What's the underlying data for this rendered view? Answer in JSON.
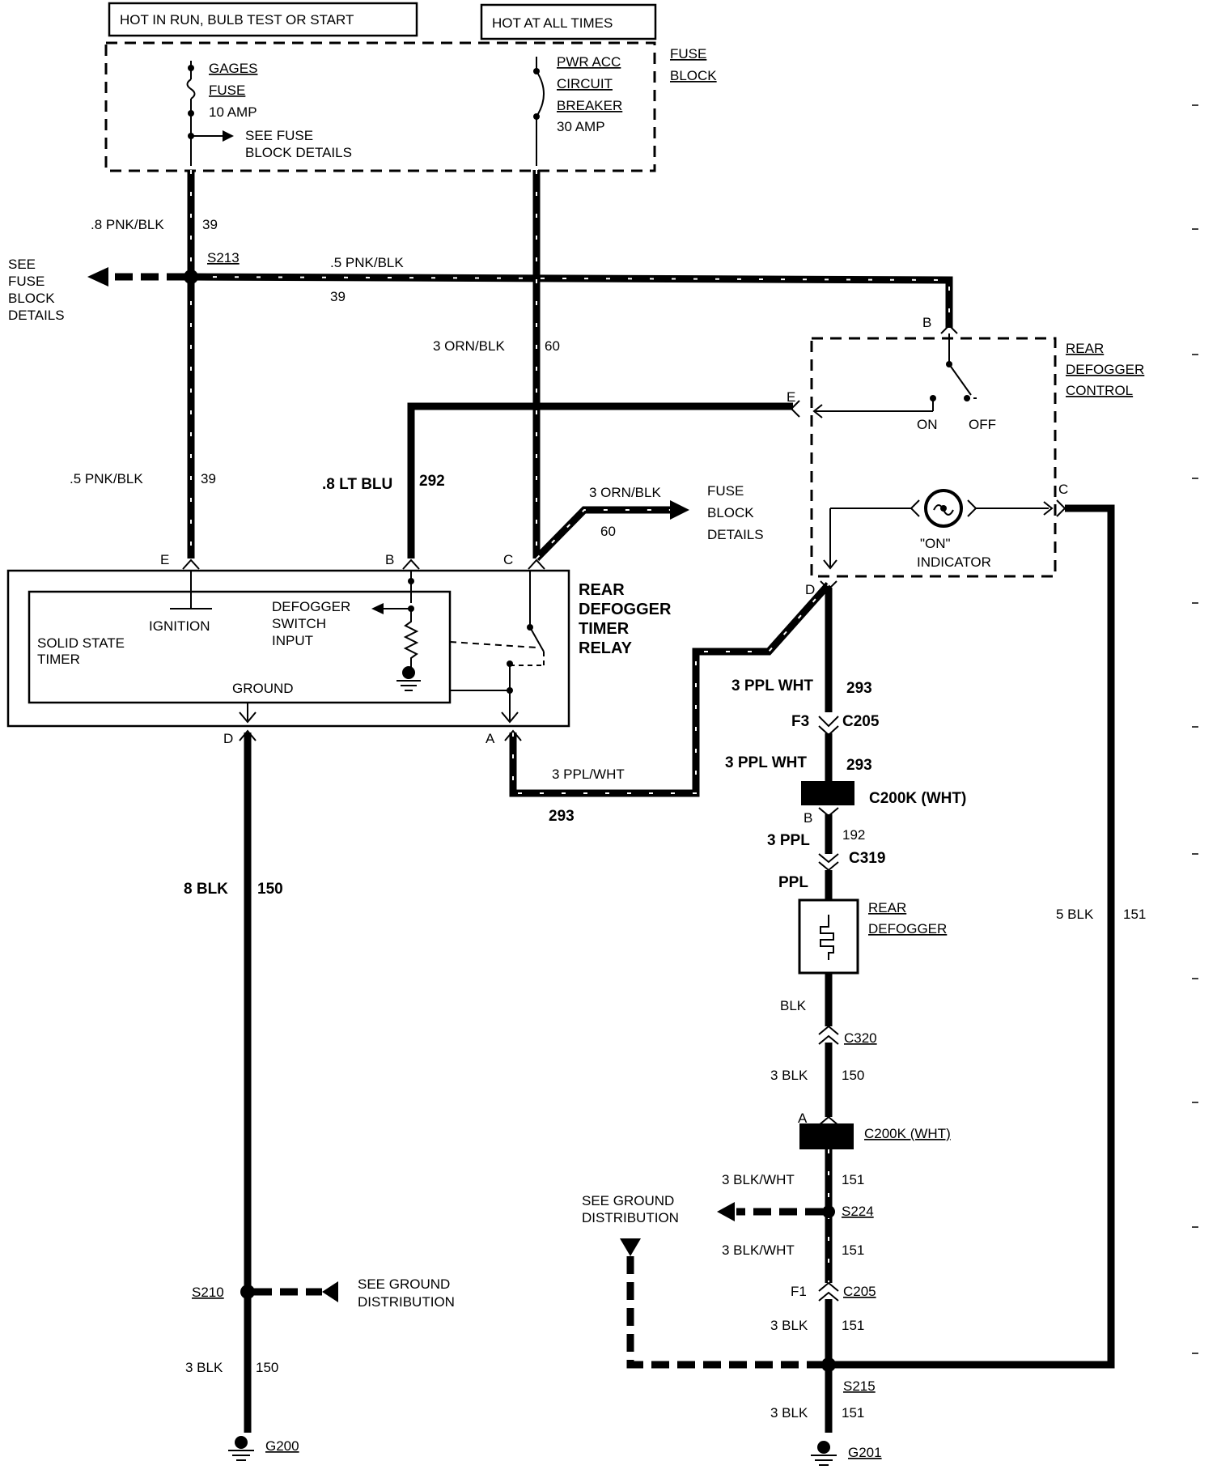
{
  "headers": {
    "hot_run": "HOT IN RUN, BULB TEST OR START",
    "hot_all": "HOT AT ALL TIMES"
  },
  "fuse_block": {
    "title_1": "FUSE",
    "title_2": "BLOCK",
    "gages_1": "GAGES",
    "gages_2": "FUSE",
    "gages_3": "10 AMP",
    "see_fuse_1": "SEE FUSE",
    "see_fuse_2": "BLOCK DETAILS",
    "pwr_1": "PWR ACC",
    "pwr_2": "CIRCUIT",
    "pwr_3": "BREAKER",
    "pwr_4": "30 AMP"
  },
  "wires": {
    "w39_top_color": ".8 PNK/BLK",
    "w39_top_num": "39",
    "s213": "S213",
    "w39_h_color": ".5 PNK/BLK",
    "w39_h_num": "39",
    "see_fuse_left_1": "SEE",
    "see_fuse_left_2": "FUSE",
    "see_fuse_left_3": "BLOCK",
    "see_fuse_left_4": "DETAILS",
    "w60_color": "3 ORN/BLK",
    "w60_num": "60",
    "w39_low_color": ".5 PNK/BLK",
    "w39_low_num": "39",
    "w292_color": ".8 LT BLU",
    "w292_num": "292",
    "w60b_color": "3 ORN/BLK",
    "w60b_num": "60",
    "fuse_details_1": "FUSE",
    "fuse_details_2": "BLOCK",
    "fuse_details_3": "DETAILS",
    "w293a_color": "3 PPL/WHT",
    "w293a_num": "293",
    "w150_color": "8 BLK",
    "w150_num": "150",
    "s210": "S210",
    "see_ground_1": "SEE GROUND",
    "see_ground_2": "DISTRIBUTION",
    "w150b_color": "3 BLK",
    "w150b_num": "150",
    "g200": "G200"
  },
  "relay": {
    "pin_e": "E",
    "pin_b": "B",
    "pin_c": "C",
    "pin_d": "D",
    "pin_a": "A",
    "title_1": "REAR",
    "title_2": "DEFOGGER",
    "title_3": "TIMER",
    "title_4": "RELAY",
    "ignition": "IGNITION",
    "solid_1": "SOLID STATE",
    "solid_2": "TIMER",
    "switch_1": "DEFOGGER",
    "switch_2": "SWITCH",
    "switch_3": "INPUT",
    "ground": "GROUND"
  },
  "control": {
    "pin_b": "B",
    "pin_e": "E",
    "pin_c": "C",
    "pin_d": "D",
    "title_1": "REAR",
    "title_2": "DEFOGGER",
    "title_3": "CONTROL",
    "on": "ON",
    "off": "OFF",
    "ind_1": "\"ON\"",
    "ind_2": "INDICATOR"
  },
  "right_path": {
    "w293_color": "3 PPL WHT",
    "w293_num": "293",
    "f3": "F3",
    "c205": "C205",
    "w293b_color": "3 PPL WHT",
    "w293b_num": "293",
    "c200k": "C200K (WHT)",
    "pin_b": "B",
    "w192_color": "3 PPL",
    "w192_num": "192",
    "c319": "C319",
    "ppl": "PPL",
    "defogger_1": "REAR",
    "defogger_2": "DEFOGGER",
    "blk": "BLK",
    "c320": "C320",
    "w150_color": "3 BLK",
    "w150_num": "150",
    "pin_a": "A",
    "c200k_b": "C200K (WHT)",
    "w151a_color": "3 BLK/WHT",
    "w151a_num": "151",
    "see_ground_1": "SEE GROUND",
    "see_ground_2": "DISTRIBUTION",
    "s224": "S224",
    "w151b_color": "3 BLK/WHT",
    "w151b_num": "151",
    "f1": "F1",
    "c205b": "C205",
    "w151c_color": "3 BLK",
    "w151c_num": "151",
    "s215": "S215",
    "w151d_color": "3 BLK",
    "w151d_num": "151",
    "g201": "G201",
    "w151_side_color": "5 BLK",
    "w151_side_num": "151"
  }
}
